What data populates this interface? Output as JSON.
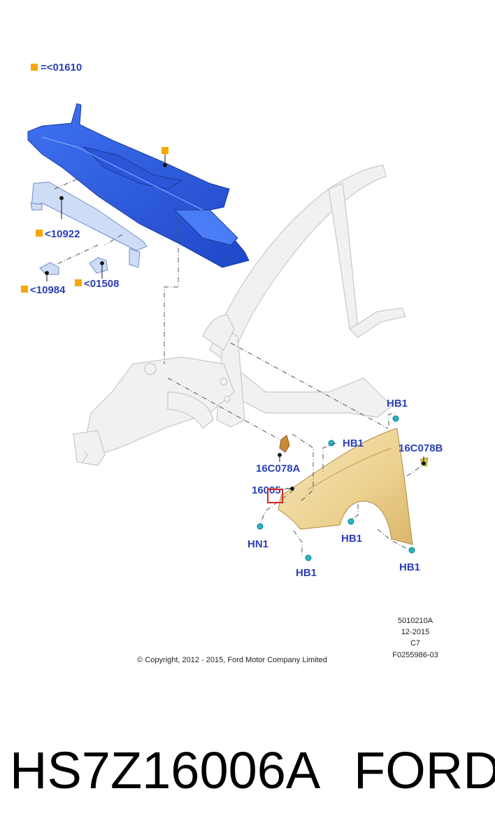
{
  "legend": {
    "key_text": "=<01610",
    "key_color": "#f5a800"
  },
  "callouts": {
    "c10922": "<10922",
    "c10984": "<10984",
    "c01508": "<01508",
    "hb1_top": "HB1",
    "hb1_mid": "HB1",
    "c16c078b": "16C078B",
    "c16c078a": "16C078A",
    "c16005": "16005",
    "hn1": "HN1",
    "hb1_bottom_left": "HB1",
    "hb1_bottom_mid": "HB1",
    "hb1_bottom_right": "HB1"
  },
  "meta": {
    "line1": "5010210A",
    "line2": "12-2015",
    "line3": "C7",
    "line4": "F0255986-03",
    "copyright": "© Copyright, 2012 - 2015, Ford Motor Company Limited"
  },
  "footer": {
    "part_number": "HS7Z16006A",
    "brand": "FORD"
  },
  "colors": {
    "callout_text": "#2b3fb8",
    "cowl_panel": "#2d5fe0",
    "fender": "#f0d9a0",
    "body_structure": "#eeeeee",
    "fastener": "#29b6c9",
    "bracket": "#c98a3a",
    "highlight_box": "#e02020"
  }
}
